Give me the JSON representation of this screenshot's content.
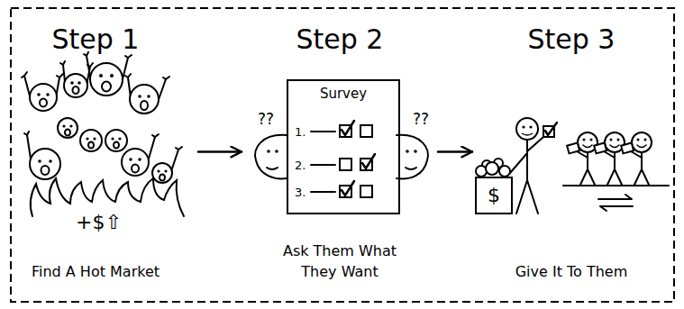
{
  "diagram": {
    "nodes": [
      {
        "text": [
          "Step 1",
          "Find A Hot Market"
        ]
      },
      {
        "text": [
          "Step 2",
          "Ask Them What They Want"
        ]
      },
      {
        "text": [
          "Survey",
          "1.",
          "2.",
          "3."
        ],
        "in": 1
      },
      {
        "text": [
          "Step 3",
          "Give It To Them"
        ]
      },
      {
        "text": [
          "$"
        ],
        "in": 3
      }
    ],
    "edges": [
      {
        "from": 0,
        "to": 1,
        "arrow": "to"
      },
      {
        "from": 1,
        "to": 3,
        "arrow": "to"
      }
    ],
    "labels": [
      "+$⇧",
      "??",
      "??"
    ]
  }
}
